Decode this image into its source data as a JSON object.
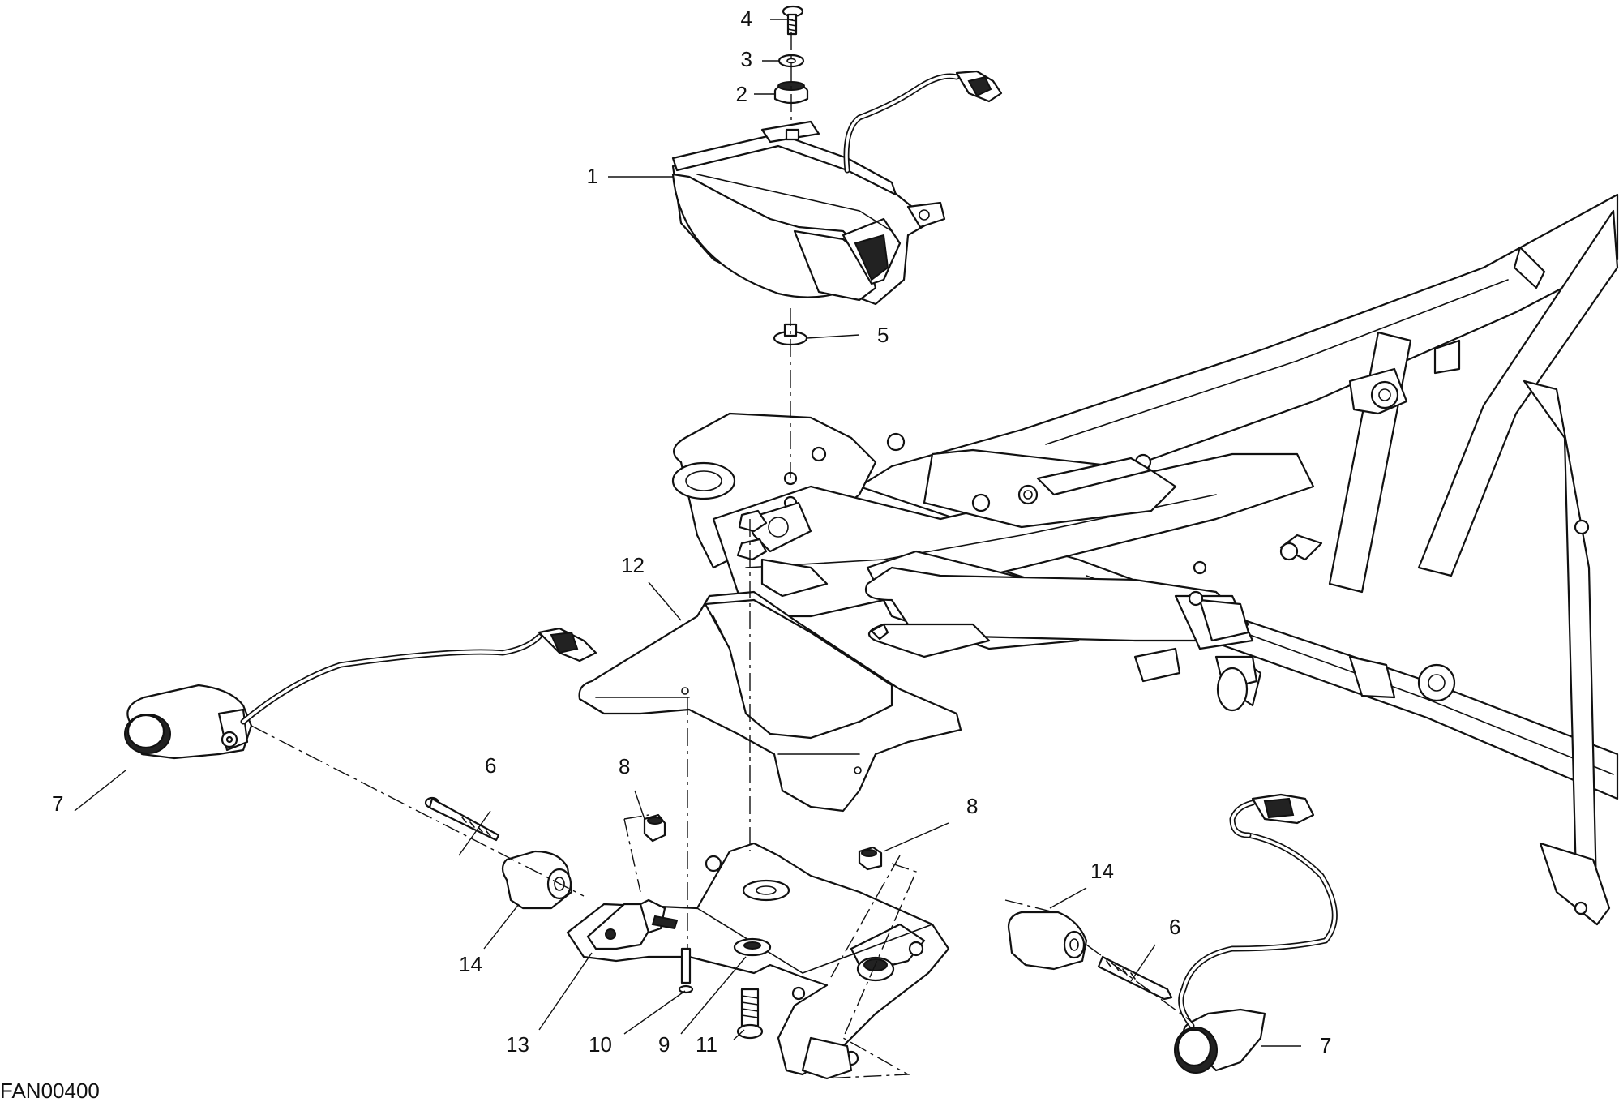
{
  "diagram": {
    "drawing_code": "FAN00400",
    "callouts": [
      {
        "id": "c1",
        "label": "1"
      },
      {
        "id": "c2",
        "label": "2"
      },
      {
        "id": "c3",
        "label": "3"
      },
      {
        "id": "c4",
        "label": "4"
      },
      {
        "id": "c5",
        "label": "5"
      },
      {
        "id": "c6a",
        "label": "6"
      },
      {
        "id": "c6b",
        "label": "6"
      },
      {
        "id": "c7a",
        "label": "7"
      },
      {
        "id": "c7b",
        "label": "7"
      },
      {
        "id": "c8a",
        "label": "8"
      },
      {
        "id": "c8b",
        "label": "8"
      },
      {
        "id": "c9",
        "label": "9"
      },
      {
        "id": "c10",
        "label": "10"
      },
      {
        "id": "c11",
        "label": "11"
      },
      {
        "id": "c12",
        "label": "12"
      },
      {
        "id": "c13",
        "label": "13"
      },
      {
        "id": "c14a",
        "label": "14"
      },
      {
        "id": "c14b",
        "label": "14"
      }
    ]
  }
}
